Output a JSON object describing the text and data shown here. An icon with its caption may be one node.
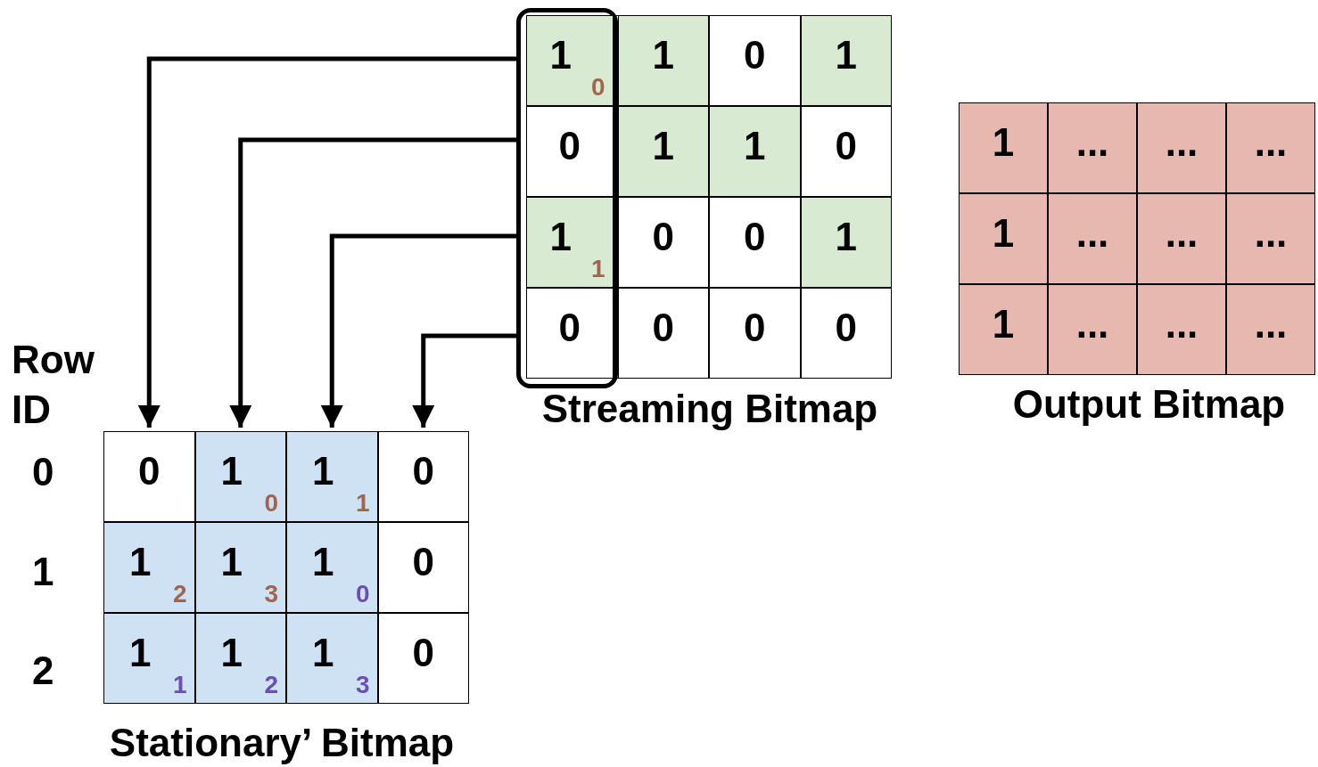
{
  "diagram": {
    "nodes": [
      {
        "text": [
          "Streaming Bitmap"
        ]
      },
      {
        "text": [],
        "shape": "box",
        "in": 0
      },
      {
        "text": [
          "1",
          "0"
        ],
        "in": 1
      },
      {
        "text": [
          "1"
        ],
        "in": 0
      },
      {
        "text": [
          "0"
        ],
        "in": 0
      },
      {
        "text": [
          "1"
        ],
        "in": 0
      },
      {
        "text": [
          "0"
        ],
        "in": 1
      },
      {
        "text": [
          "1"
        ],
        "in": 0
      },
      {
        "text": [
          "1"
        ],
        "in": 0
      },
      {
        "text": [
          "0"
        ],
        "in": 0
      },
      {
        "text": [
          "1",
          "1"
        ],
        "in": 1
      },
      {
        "text": [
          "0"
        ],
        "in": 0
      },
      {
        "text": [
          "0"
        ],
        "in": 0
      },
      {
        "text": [
          "1"
        ],
        "in": 0
      },
      {
        "text": [
          "0"
        ],
        "in": 1
      },
      {
        "text": [
          "0"
        ],
        "in": 0
      },
      {
        "text": [
          "0"
        ],
        "in": 0
      },
      {
        "text": [
          "0"
        ],
        "in": 0
      },
      {
        "text": [
          "Output Bitmap"
        ]
      },
      {
        "text": [
          "1"
        ],
        "in": 18
      },
      {
        "text": [
          "..."
        ],
        "in": 18
      },
      {
        "text": [
          "..."
        ],
        "in": 18
      },
      {
        "text": [
          "..."
        ],
        "in": 18
      },
      {
        "text": [
          "1"
        ],
        "in": 18
      },
      {
        "text": [
          "..."
        ],
        "in": 18
      },
      {
        "text": [
          "..."
        ],
        "in": 18
      },
      {
        "text": [
          "..."
        ],
        "in": 18
      },
      {
        "text": [
          "1"
        ],
        "in": 18
      },
      {
        "text": [
          "..."
        ],
        "in": 18
      },
      {
        "text": [
          "..."
        ],
        "in": 18
      },
      {
        "text": [
          "..."
        ],
        "in": 18
      },
      {
        "text": [
          "Stationary’ Bitmap"
        ]
      },
      {
        "text": [
          "0"
        ],
        "in": 31
      },
      {
        "text": [
          "1",
          "0"
        ],
        "in": 31
      },
      {
        "text": [
          "1",
          "1"
        ],
        "in": 31
      },
      {
        "text": [
          "0"
        ],
        "in": 31
      },
      {
        "text": [
          "1",
          "2"
        ],
        "in": 31
      },
      {
        "text": [
          "1",
          "3"
        ],
        "in": 31
      },
      {
        "text": [
          "1",
          "0"
        ],
        "in": 31
      },
      {
        "text": [
          "0"
        ],
        "in": 31
      },
      {
        "text": [
          "1",
          "1"
        ],
        "in": 31
      },
      {
        "text": [
          "1",
          "2"
        ],
        "in": 31
      },
      {
        "text": [
          "1",
          "3"
        ],
        "in": 31
      },
      {
        "text": [
          "0"
        ],
        "in": 31
      }
    ],
    "edges": [
      {
        "from": 1,
        "to": 32,
        "arrow": "to"
      },
      {
        "from": 1,
        "to": 33,
        "arrow": "to"
      },
      {
        "from": 1,
        "to": 34,
        "arrow": "to"
      },
      {
        "from": 1,
        "to": 35,
        "arrow": "to"
      }
    ],
    "labels": [
      "Row ID",
      "0",
      "1",
      "2"
    ]
  }
}
